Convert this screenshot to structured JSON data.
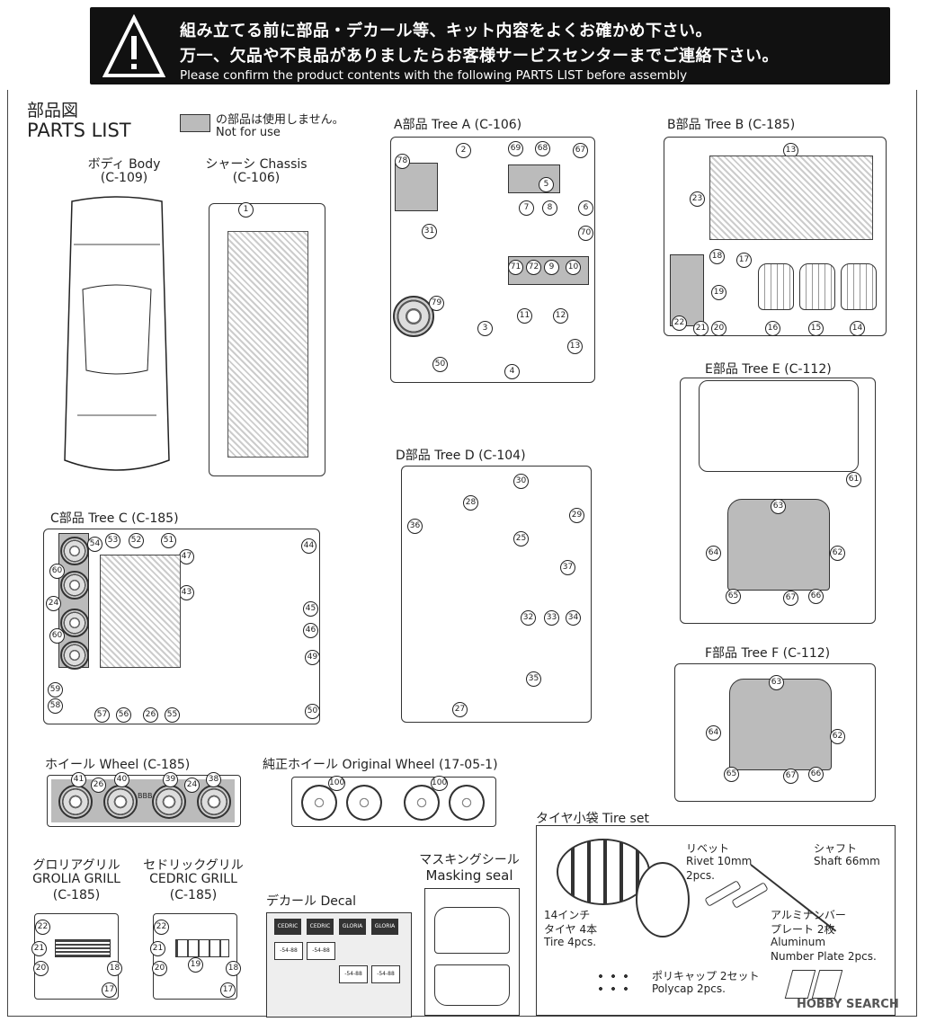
{
  "banner": {
    "line1": "組み立てる前に部品・デカール等、キット内容をよくお確かめ下さい。",
    "line2": "万一、欠品や不良品がありましたらお客様サービスセンターまでご連絡下さい。",
    "line3": "Please confirm the product contents with the following PARTS LIST before assembly"
  },
  "header": {
    "title_jp": "部品図",
    "title_en": "PARTS LIST",
    "legend_jp": "の部品は使用しません。",
    "legend_en": "Not for use"
  },
  "body": {
    "label": "ボディ Body",
    "code": "(C-109)"
  },
  "chassis": {
    "label": "シャーシ Chassis",
    "code": "(C-106)",
    "parts": [
      "1"
    ]
  },
  "tree_a": {
    "label": "A部品 Tree A (C-106)",
    "parts": [
      "78",
      "2",
      "69",
      "68",
      "67",
      "5",
      "7",
      "8",
      "6",
      "31",
      "70",
      "71",
      "72",
      "9",
      "10",
      "79",
      "11",
      "12",
      "3",
      "13",
      "50",
      "4"
    ]
  },
  "tree_b": {
    "label": "B部品 Tree B (C-185)",
    "parts": [
      "13",
      "23",
      "18",
      "17",
      "19",
      "22",
      "21",
      "20",
      "16",
      "15",
      "14"
    ]
  },
  "tree_c": {
    "label": "C部品 Tree C (C-185)",
    "parts": [
      "54",
      "53",
      "52",
      "51",
      "44",
      "60",
      "47",
      "43",
      "24",
      "45",
      "60",
      "46",
      "49",
      "59",
      "58",
      "57",
      "56",
      "26",
      "55",
      "50"
    ]
  },
  "tree_d": {
    "label": "D部品 Tree D (C-104)",
    "parts": [
      "28",
      "30",
      "36",
      "29",
      "25",
      "37",
      "32",
      "33",
      "34",
      "27",
      "35"
    ]
  },
  "tree_e": {
    "label": "E部品 Tree E (C-112)",
    "parts": [
      "61",
      "63",
      "64",
      "62",
      "65",
      "67",
      "66"
    ]
  },
  "tree_f": {
    "label": "F部品 Tree F (C-112)",
    "parts": [
      "63",
      "64",
      "62",
      "65",
      "67",
      "66"
    ]
  },
  "wheel": {
    "label": "ホイール Wheel (C-185)",
    "parts": [
      "41",
      "26",
      "40",
      "BBB",
      "39",
      "24",
      "38"
    ]
  },
  "orig_wheel": {
    "label": "純正ホイール Original Wheel (17-05-1)",
    "parts": [
      "100",
      "100"
    ]
  },
  "grolia": {
    "label_jp": "グロリアグリル",
    "label_en": "GROLIA GRILL",
    "code": "(C-185)",
    "parts": [
      "22",
      "21",
      "20",
      "18",
      "17"
    ]
  },
  "cedric": {
    "label_jp": "セドリックグリル",
    "label_en": "CEDRIC GRILL",
    "code": "(C-185)",
    "parts": [
      "22",
      "21",
      "20",
      "19",
      "18",
      "17"
    ]
  },
  "decal": {
    "label": "デカール Decal",
    "plates": [
      "CEDRIC",
      "CEDRIC",
      "GLORIA",
      "GLORIA",
      "-54-88",
      "-54-88",
      "-54-88",
      "-54-88"
    ]
  },
  "masking": {
    "label_jp": "マスキングシール",
    "label_en": "Masking seal"
  },
  "tire_set": {
    "label": "タイヤ小袋 Tire set",
    "rivet": [
      "リベット",
      "Rivet  10mm",
      "2pcs."
    ],
    "shaft": [
      "シャフト",
      "Shaft  66mm"
    ],
    "tire": [
      "14インチ",
      "タイヤ 4本",
      "Tire 4pcs."
    ],
    "plate": [
      "アルミナンバー",
      "プレート 2枚",
      "Aluminum",
      "Number Plate 2pcs."
    ],
    "polycap": [
      "ポリキャップ 2セット",
      "Polycap 2pcs."
    ]
  },
  "watermark": "HOBBY SEARCH"
}
